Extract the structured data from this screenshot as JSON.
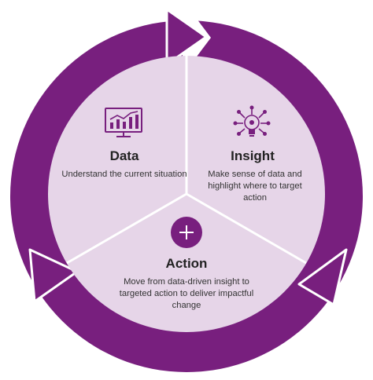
{
  "colors": {
    "ring": "#781f7e",
    "inner": "#e6d5e8",
    "divider": "#ffffff",
    "icon": "#781f7e"
  },
  "segments": [
    {
      "id": "data",
      "title": "Data",
      "description": "Understand the current situation",
      "icon": "monitor-bar-chart-icon"
    },
    {
      "id": "insight",
      "title": "Insight",
      "description": "Make sense of data and highlight where to target action",
      "icon": "lightbulb-network-icon"
    },
    {
      "id": "action",
      "title": "Action",
      "description": "Move from data-driven insight to targeted action to deliver impactful change",
      "icon": "plus-circle-icon"
    }
  ]
}
